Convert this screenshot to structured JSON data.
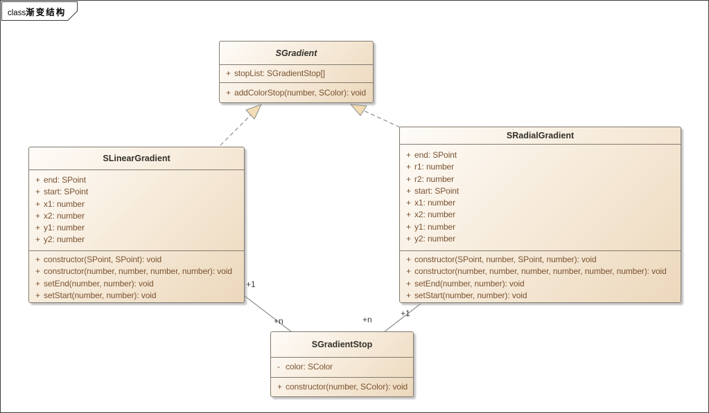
{
  "diagram": {
    "tab": {
      "keyword": "class",
      "title": "渐变结构"
    }
  },
  "classes": [
    {
      "name": "SGradient",
      "abstract": true,
      "attributes": [
        {
          "vis": "+",
          "text": "stopList: SGradientStop[]"
        }
      ],
      "methods": [
        {
          "vis": "+",
          "text": "addColorStop(number, SColor): void"
        }
      ]
    },
    {
      "name": "SLinearGradient",
      "abstract": false,
      "attributes": [
        {
          "vis": "+",
          "text": "end: SPoint"
        },
        {
          "vis": "+",
          "text": "start: SPoint"
        },
        {
          "vis": "+",
          "text": "x1: number"
        },
        {
          "vis": "+",
          "text": "x2: number"
        },
        {
          "vis": "+",
          "text": "y1: number"
        },
        {
          "vis": "+",
          "text": "y2: number"
        }
      ],
      "methods": [
        {
          "vis": "+",
          "text": "constructor(SPoint, SPoint): void"
        },
        {
          "vis": "+",
          "text": "constructor(number, number, number, number): void"
        },
        {
          "vis": "+",
          "text": "setEnd(number, number): void"
        },
        {
          "vis": "+",
          "text": "setStart(number, number): void"
        }
      ]
    },
    {
      "name": "SRadialGradient",
      "abstract": false,
      "attributes": [
        {
          "vis": "+",
          "text": "end: SPoint"
        },
        {
          "vis": "+",
          "text": "r1: number"
        },
        {
          "vis": "+",
          "text": "r2: number"
        },
        {
          "vis": "+",
          "text": "start: SPoint"
        },
        {
          "vis": "+",
          "text": "x1: number"
        },
        {
          "vis": "+",
          "text": "x2: number"
        },
        {
          "vis": "+",
          "text": "y1: number"
        },
        {
          "vis": "+",
          "text": "y2: number"
        }
      ],
      "methods": [
        {
          "vis": "+",
          "text": "constructor(SPoint, number, SPoint, number): void"
        },
        {
          "vis": "+",
          "text": "constructor(number, number, number, number, number, number): void"
        },
        {
          "vis": "+",
          "text": "setEnd(number, number): void"
        },
        {
          "vis": "+",
          "text": "setStart(number, number): void"
        }
      ]
    },
    {
      "name": "SGradientStop",
      "abstract": false,
      "attributes": [
        {
          "vis": "-",
          "text": "color: SColor"
        }
      ],
      "methods": [
        {
          "vis": "+",
          "text": "constructor(number, SColor): void"
        }
      ]
    }
  ],
  "connectors": {
    "left_realization": {
      "type": "realization",
      "from": "SLinearGradient",
      "to": "SGradient"
    },
    "right_realization": {
      "type": "realization",
      "from": "SRadialGradient",
      "to": "SGradient"
    },
    "left_association": {
      "source_multiplicity": "+1",
      "target_multiplicity": "+n"
    },
    "right_association": {
      "source_multiplicity": "+1",
      "target_multiplicity": "+n"
    }
  },
  "colors": {
    "box_fill_light": "#fefcf9",
    "box_fill_dark": "#ecd8bc",
    "box_border": "#80796e",
    "member_text": "#7a5230",
    "title_text": "#33302a",
    "connector_line": "#8c8c8c",
    "arrow_fill": "#f2ddb5",
    "frame_border": "#3c3c3c"
  }
}
